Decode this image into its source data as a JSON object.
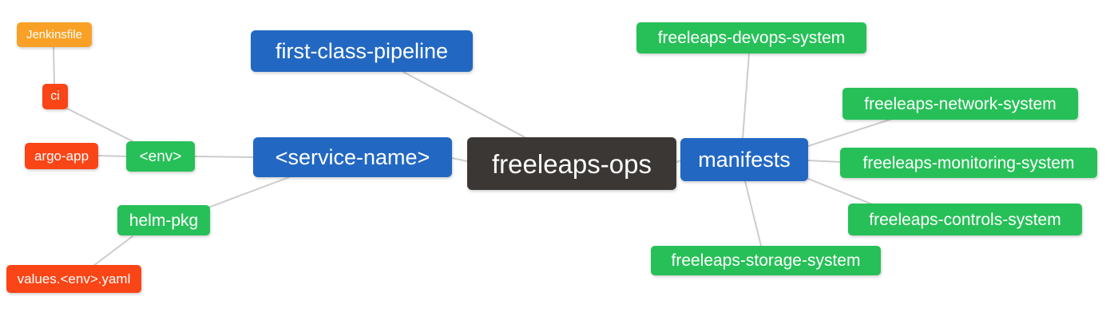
{
  "palette": {
    "blue": "#2268c3",
    "green": "#27c058",
    "red": "#fa4517",
    "orange": "#f9a126",
    "dark": "#3b3735",
    "edge": "#cccccc",
    "background": "#ffffff",
    "text": "#ffffff"
  },
  "nodes": {
    "root": {
      "label": "freeleaps-ops",
      "color_role": "dark"
    },
    "first_class_pipeline": {
      "label": "first-class-pipeline",
      "color_role": "blue"
    },
    "service_name": {
      "label": "<service-name>",
      "color_role": "blue"
    },
    "manifests": {
      "label": "manifests",
      "color_role": "blue"
    },
    "env": {
      "label": "<env>",
      "color_role": "green"
    },
    "helm_pkg": {
      "label": "helm-pkg",
      "color_role": "green"
    },
    "ci": {
      "label": "ci",
      "color_role": "red"
    },
    "argo_app": {
      "label": "argo-app",
      "color_role": "red"
    },
    "jenkinsfile": {
      "label": "Jenkinsfile",
      "color_role": "orange"
    },
    "values_env_yaml": {
      "label": "values.<env>.yaml",
      "color_role": "red"
    },
    "devops_system": {
      "label": "freeleaps-devops-system",
      "color_role": "green"
    },
    "network_system": {
      "label": "freeleaps-network-system",
      "color_role": "green"
    },
    "monitoring_system": {
      "label": "freeleaps-monitoring-system",
      "color_role": "green"
    },
    "controls_system": {
      "label": "freeleaps-controls-system",
      "color_role": "green"
    },
    "storage_system": {
      "label": "freeleaps-storage-system",
      "color_role": "green"
    }
  },
  "edges": [
    [
      "jenkinsfile",
      "ci"
    ],
    [
      "ci",
      "env"
    ],
    [
      "argo_app",
      "env"
    ],
    [
      "env",
      "service_name"
    ],
    [
      "helm_pkg",
      "service_name"
    ],
    [
      "values_env_yaml",
      "helm_pkg"
    ],
    [
      "service_name",
      "root"
    ],
    [
      "first_class_pipeline",
      "root"
    ],
    [
      "root",
      "manifests"
    ],
    [
      "manifests",
      "devops_system"
    ],
    [
      "manifests",
      "network_system"
    ],
    [
      "manifests",
      "monitoring_system"
    ],
    [
      "manifests",
      "controls_system"
    ],
    [
      "manifests",
      "storage_system"
    ]
  ]
}
